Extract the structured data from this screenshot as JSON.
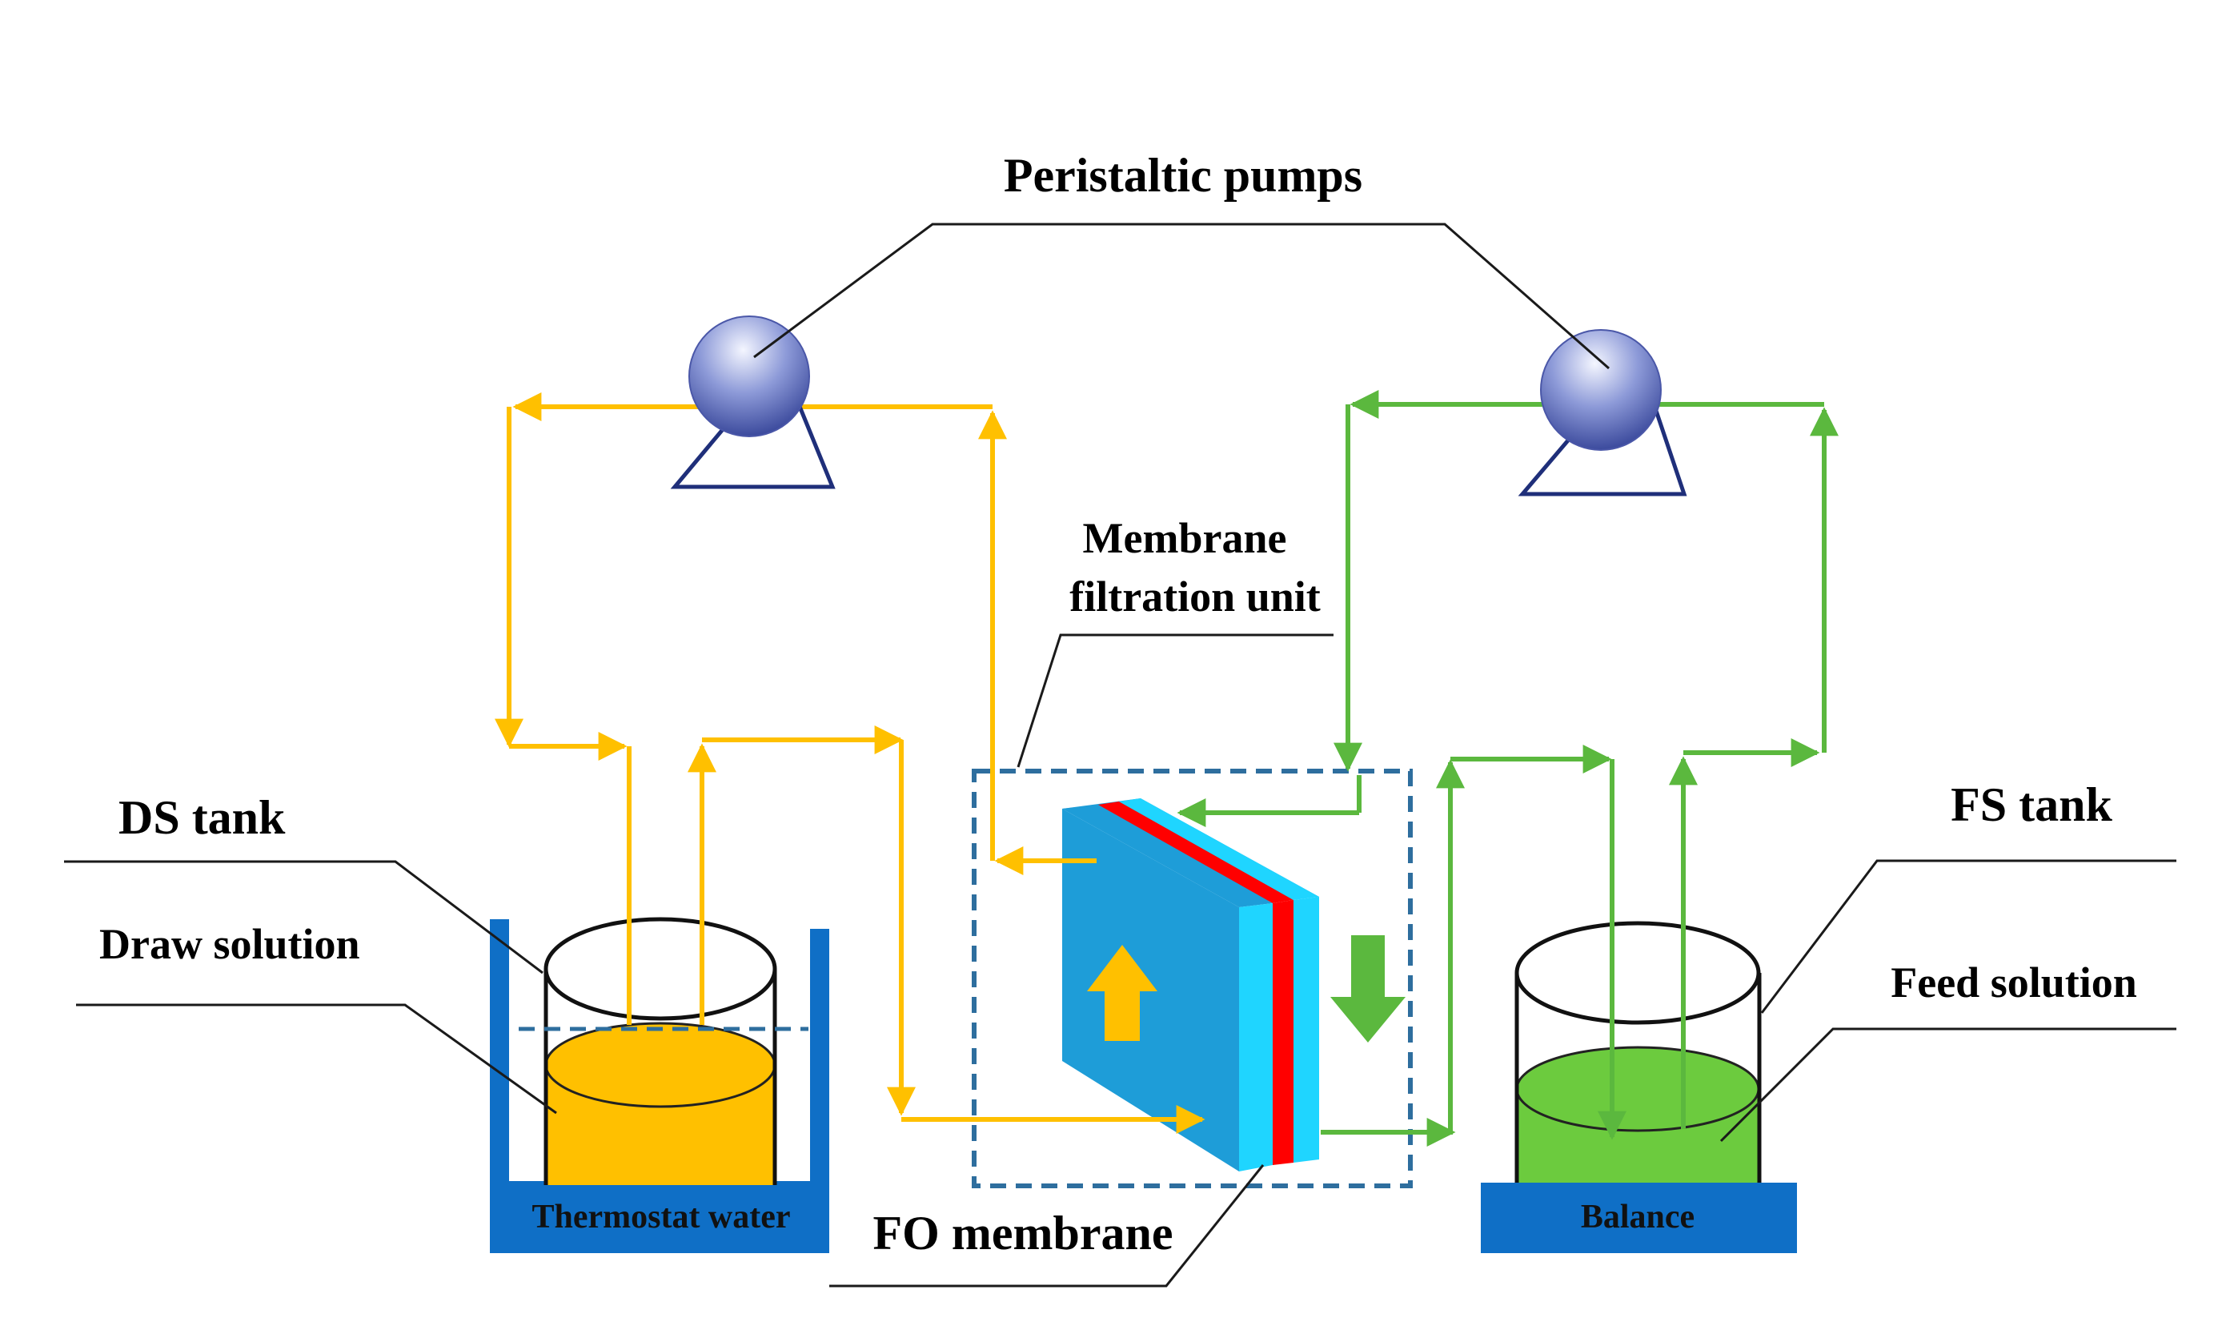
{
  "labels": {
    "peristaltic_pumps": "Peristaltic pumps",
    "membrane_unit_line1": "Membrane",
    "membrane_unit_line2": "filtration unit",
    "ds_tank": "DS tank",
    "draw_solution": "Draw solution",
    "thermostat_water": "Thermostat water",
    "fo_membrane": "FO membrane",
    "fs_tank": "FS tank",
    "feed_solution": "Feed solution",
    "balance": "Balance"
  },
  "colors": {
    "draw_flow": "#FFC000",
    "feed_flow": "#5BB83E",
    "draw_liquid": "#FFC000",
    "feed_liquid": "#6CCB3E",
    "thermostat_bath": "#0F6FC6",
    "balance_block": "#0F6FC6",
    "membrane_cell": "#1E9DD8",
    "membrane_layer_red": "#FF0000",
    "membrane_layer_cyan": "#1FD5FF",
    "pump_body": "#5B6BC2",
    "pump_stand": "#1F2F7A",
    "dashed_box": "#2E6E9E"
  },
  "icons": [
    "peristaltic-pump-icon",
    "beaker-icon",
    "membrane-cell-icon",
    "flow-arrow-icon"
  ]
}
